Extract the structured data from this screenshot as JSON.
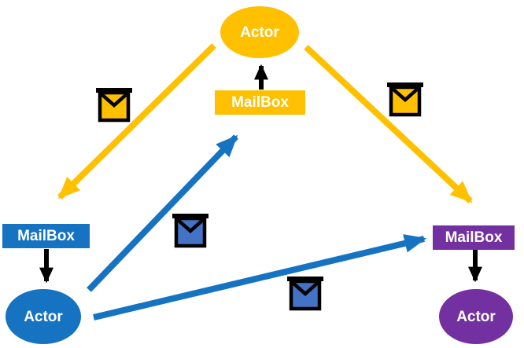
{
  "colors": {
    "gold": "#FFC000",
    "blue": "#1573C2",
    "envelope_blue": "#4472C4",
    "purple": "#7330A0",
    "black": "#000000",
    "label_text": "#FFFFFF"
  },
  "diagram": {
    "type": "actor-mailbox-message-flow",
    "nodes": [
      {
        "id": "actor-gold",
        "label": "Actor",
        "shape": "ellipse",
        "color": "#FFC000"
      },
      {
        "id": "mailbox-gold",
        "label": "MailBox",
        "shape": "rect",
        "color": "#FFC000"
      },
      {
        "id": "mailbox-blue",
        "label": "MailBox",
        "shape": "rect",
        "color": "#1573C2"
      },
      {
        "id": "actor-blue",
        "label": "Actor",
        "shape": "ellipse",
        "color": "#1573C2"
      },
      {
        "id": "mailbox-purple",
        "label": "MailBox",
        "shape": "rect",
        "color": "#7330A0"
      },
      {
        "id": "actor-purple",
        "label": "Actor",
        "shape": "ellipse",
        "color": "#7330A0"
      }
    ],
    "edges": [
      {
        "from": "actor-gold",
        "to": "mailbox-blue",
        "color": "gold",
        "icon": "envelope-icon"
      },
      {
        "from": "actor-gold",
        "to": "mailbox-purple",
        "color": "gold",
        "icon": "envelope-icon"
      },
      {
        "from": "actor-blue",
        "to": "mailbox-gold",
        "color": "blue",
        "icon": "envelope-icon"
      },
      {
        "from": "actor-blue",
        "to": "mailbox-purple",
        "color": "blue",
        "icon": "envelope-icon"
      },
      {
        "from": "mailbox-gold",
        "to": "actor-gold",
        "color": "black"
      },
      {
        "from": "mailbox-blue",
        "to": "actor-blue",
        "color": "black"
      },
      {
        "from": "mailbox-purple",
        "to": "actor-purple",
        "color": "black"
      }
    ]
  }
}
